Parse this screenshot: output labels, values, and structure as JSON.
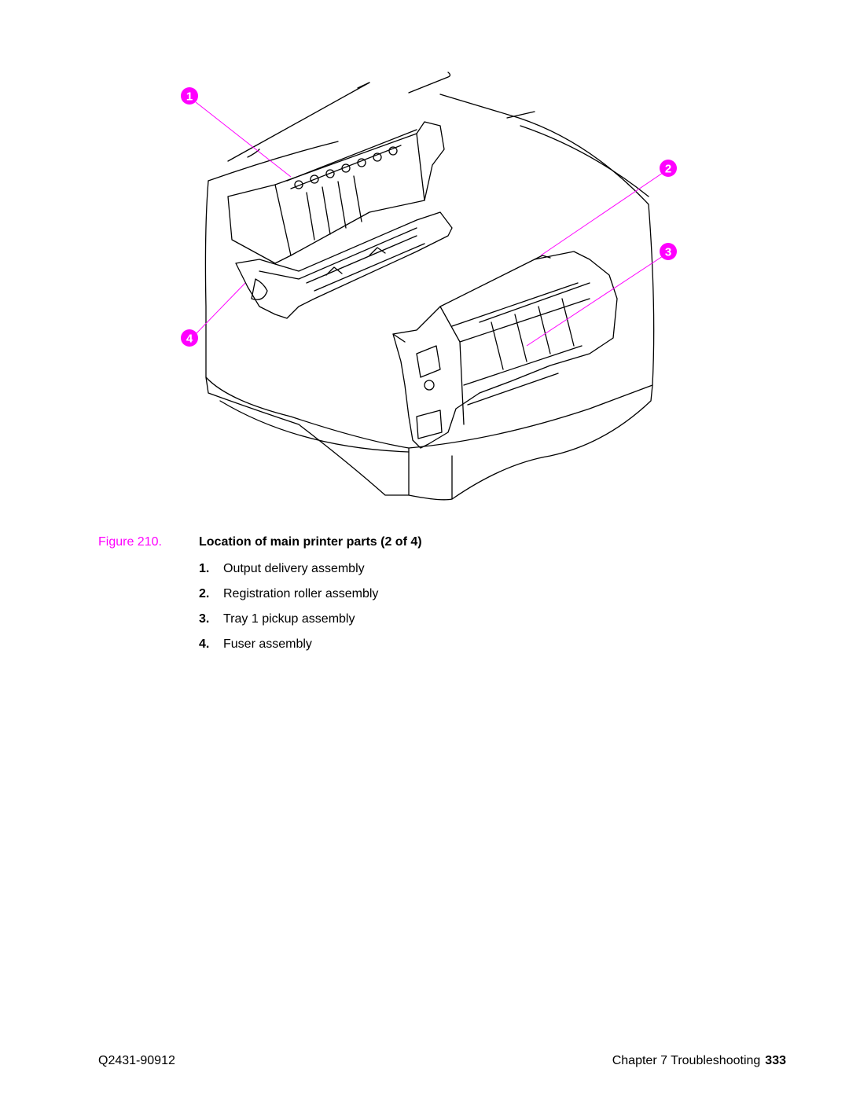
{
  "figure": {
    "label": "Figure 210.",
    "title": "Location of main printer parts (2 of 4)",
    "callout_color": "#ff00ff",
    "callouts": [
      "1",
      "2",
      "3",
      "4"
    ]
  },
  "parts": [
    {
      "num": "1.",
      "text": "Output delivery assembly"
    },
    {
      "num": "2.",
      "text": "Registration roller assembly"
    },
    {
      "num": "3.",
      "text": "Tray 1 pickup assembly"
    },
    {
      "num": "4.",
      "text": "Fuser assembly"
    }
  ],
  "footer": {
    "doc_number": "Q2431-90912",
    "chapter": "Chapter 7  Troubleshooting",
    "page": "333"
  }
}
